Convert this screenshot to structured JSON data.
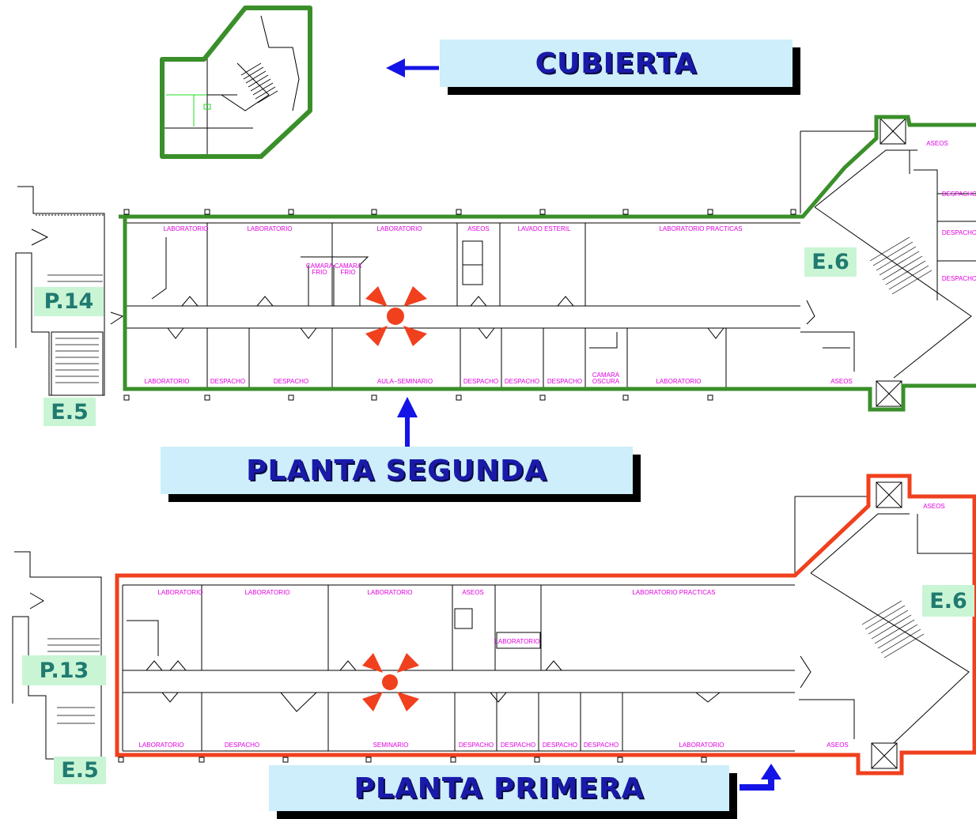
{
  "titles": {
    "cubierta": "CUBIERTA",
    "planta_segunda": "PLANTA SEGUNDA",
    "planta_primera": "PLANTA PRIMERA"
  },
  "tags": {
    "p14": "P.14",
    "e5_top": "E.5",
    "e6_top": "E.6",
    "p13": "P.13",
    "e5_bottom": "E.5",
    "e6_bottom": "E.6"
  },
  "rooms_second_floor": {
    "north": [
      "LABORATORIO",
      "LABORATORIO",
      "LABORATORIO",
      "ASEOS",
      "LAVADO  ESTERIL",
      "LABORATORIO  PRACTICAS"
    ],
    "camara_frio_1a": "CAMARA",
    "camara_frio_1b": "FRIO",
    "camara_frio_2a": "CAMARA",
    "camara_frio_2b": "FRIO",
    "south": [
      "LABORATORIO",
      "DESPACHO",
      "DESPACHO",
      "AULA–SEMINARIO",
      "DESPACHO",
      "DESPACHO",
      "DESPACHO",
      "LABORATORIO",
      "ASEOS"
    ],
    "camara_oscura_a": "CAMARA",
    "camara_oscura_b": "OSCURA",
    "east": [
      "ASEOS",
      "DESPACHO",
      "DESPACHO",
      "DESPACHO"
    ]
  },
  "rooms_first_floor": {
    "north": [
      "LABORATORIO",
      "LABORATORIO",
      "LABORATORIO",
      "ASEOS",
      "LABORATORIO",
      "LABORATORIO  PRACTICAS"
    ],
    "south": [
      "LABORATORIO",
      "DESPACHO",
      "SEMINARIO",
      "DESPACHO",
      "DESPACHO",
      "DESPACHO",
      "DESPACHO",
      "LABORATORIO",
      "ASEOS"
    ],
    "east": [
      "ASEOS"
    ]
  },
  "colors": {
    "second_floor_outline": "#3a8f2a",
    "first_floor_outline": "#f0401e",
    "marker": "#f0401e",
    "arrow": "#1414e6",
    "room_label": "#e000e0",
    "title_text": "#1a1aaa",
    "title_background": "#cdeefa",
    "tag_text": "#207a70",
    "tag_background": "#c9f5d5"
  }
}
